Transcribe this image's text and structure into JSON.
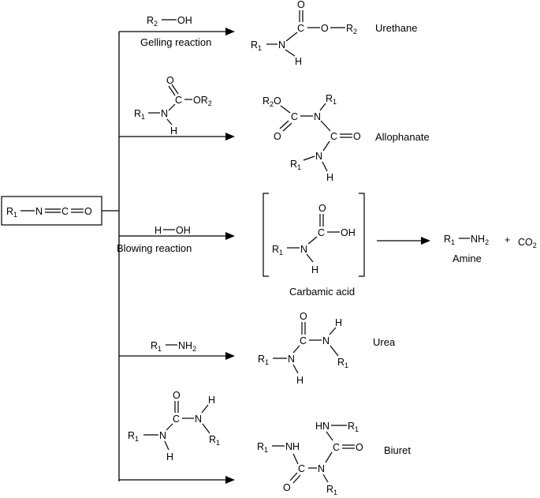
{
  "isocyanate": {
    "r1": "R",
    "r1_sub": "1",
    "n": "N",
    "c": "C",
    "o": "O"
  },
  "reactions": {
    "gelling": {
      "reagent_r": "R",
      "reagent_r_sub": "2",
      "reagent_oh": "OH",
      "label": "Gelling reaction",
      "product": "Urethane"
    },
    "allophanate": {
      "product": "Allophanate"
    },
    "blowing": {
      "reagent_h": "H",
      "reagent_oh": "OH",
      "label": "Blowing reaction",
      "intermediate": "Carbamic acid",
      "amine_label": "Amine",
      "amine_r": "R",
      "amine_r_sub": "1",
      "amine_nh": "NH",
      "amine_nh_sub": "2",
      "plus": "+",
      "co2": "CO",
      "co2_sub": "2"
    },
    "urea": {
      "reagent_r": "R",
      "reagent_r_sub": "1",
      "reagent_nh": "NH",
      "reagent_nh_sub": "2",
      "product": "Urea"
    },
    "biuret": {
      "product": "Biuret"
    }
  },
  "atoms": {
    "R": "R",
    "O": "O",
    "C": "C",
    "N": "N",
    "H": "H",
    "OH": "OH",
    "NH": "NH",
    "HN": "HN",
    "sub1": "1",
    "sub2": "2"
  }
}
